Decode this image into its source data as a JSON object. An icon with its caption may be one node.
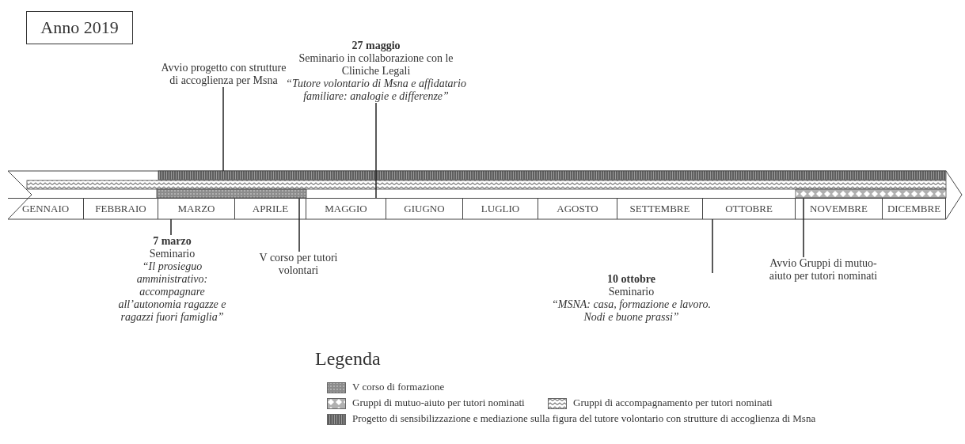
{
  "diagram": {
    "nodes": [
      {
        "text": [
          "Anno 2019"
        ]
      },
      {
        "text": [
          "Avvio progetto con strutture di accoglienza per Msna"
        ]
      },
      {
        "text": [
          "27 maggio",
          "Seminario in collaborazione con le Cliniche Legali",
          "“Tutore volontario di Msna e affidatario familiare: analogie e differenze”"
        ]
      },
      {
        "text": [],
        "shape": "bar"
      },
      {
        "text": [],
        "shape": "bar"
      },
      {
        "text": [],
        "shape": "bar"
      },
      {
        "text": [],
        "shape": "bar"
      },
      {
        "text": [
          "GENNAIO"
        ]
      },
      {
        "text": [
          "FEBBRAIO"
        ]
      },
      {
        "text": [
          "MARZO"
        ]
      },
      {
        "text": [
          "APRILE"
        ]
      },
      {
        "text": [
          "MAGGIO"
        ]
      },
      {
        "text": [
          "GIUGNO"
        ]
      },
      {
        "text": [
          "LUGLIO"
        ]
      },
      {
        "text": [
          "AGOSTO"
        ]
      },
      {
        "text": [
          "SETTEMBRE"
        ]
      },
      {
        "text": [
          "OTTOBRE"
        ]
      },
      {
        "text": [
          "NOVEMBRE"
        ]
      },
      {
        "text": [
          "DICEMBRE"
        ]
      },
      {
        "text": [
          "7 marzo",
          "Seminario",
          "“Il prosieguo amministrativo: accompagnare all’autonomia ragazze e ragazzi fuori famiglia”"
        ]
      },
      {
        "text": [
          "V corso per tutori volontari"
        ]
      },
      {
        "text": [
          "10 ottobre",
          "Seminario",
          "“MSNA: casa, formazione e lavoro. Nodi e buone prassi”"
        ]
      },
      {
        "text": [
          "Avvio Gruppi di mutuo-aiuto per tutori nominati"
        ]
      }
    ],
    "edges": [
      {
        "from": 1,
        "to": 3,
        "arrow": "none"
      },
      {
        "from": 2,
        "to": 11,
        "arrow": "none"
      },
      {
        "from": 19,
        "to": 9,
        "arrow": "none"
      },
      {
        "from": 20,
        "to": 5,
        "arrow": "none"
      },
      {
        "from": 21,
        "to": 16,
        "arrow": "none"
      },
      {
        "from": 22,
        "to": 6,
        "arrow": "none"
      }
    ],
    "labels": [
      "Legenda"
    ],
    "legend": [
      {
        "text": "V corso di formazione",
        "color": "#8c8c8c"
      },
      {
        "text": "Gruppi di mutuo-aiuto per tutori nominati",
        "color": "#b0b0b0"
      },
      {
        "text": "Gruppi di accompagnamento per tutori nominati",
        "color": "#7a7a7a"
      },
      {
        "text": "Progetto di sensibilizzazione e mediazione sulla figura del tutore volontario con strutture di accoglienza di Msna",
        "color": "#5e5e5e"
      }
    ]
  }
}
